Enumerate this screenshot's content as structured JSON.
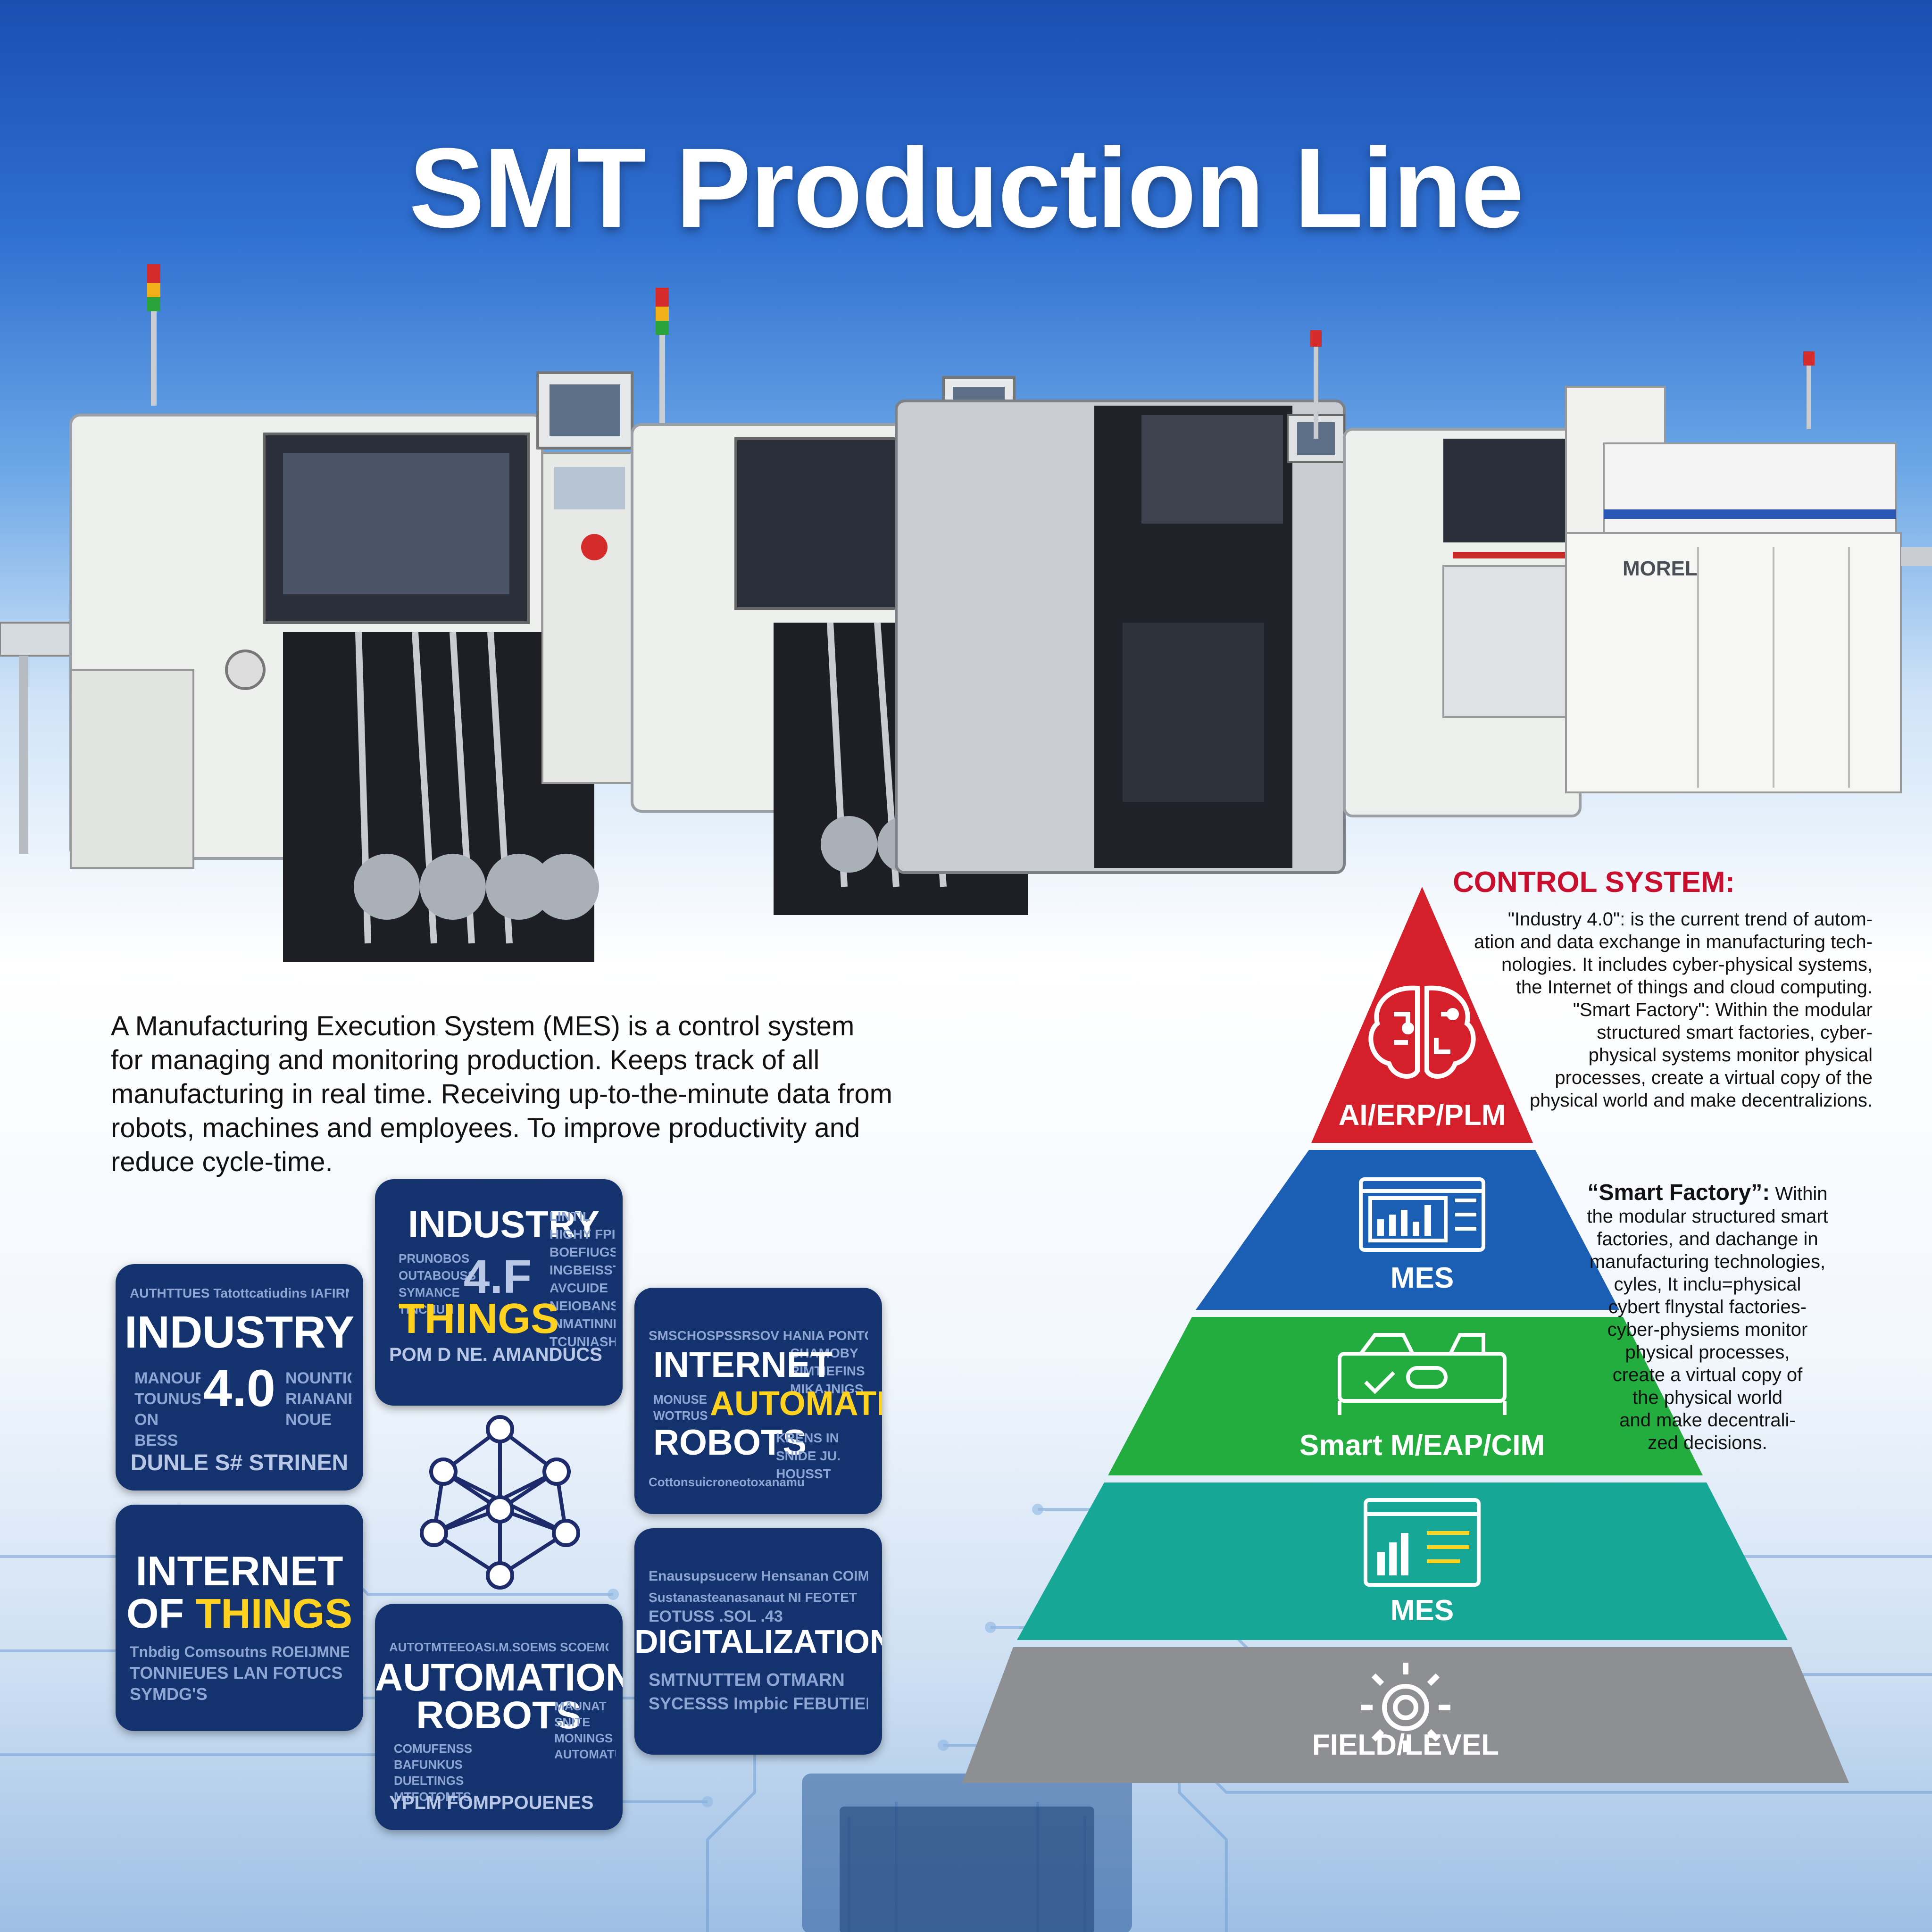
{
  "header": {
    "title": "SMT Production Line"
  },
  "machines": {
    "brand_label": "MOREL"
  },
  "description": {
    "lines": [
      "A Manufacturing Execution System (MES) is a control system",
      "for managing and monitoring production. Keeps track of all",
      "manufacturing in real time. Receiving up-to-the-minute data from",
      "robots, machines and employees. To improve productivity and",
      "reduce cycle-time."
    ]
  },
  "tiles": {
    "industry40": {
      "top_noise": "AUTHTTUES  Tatottcatiudins  IAFIRNTE",
      "line1": "INDUSTRY",
      "side_left": "MANOURNTE  TOUNUS  ON BESS",
      "big": "4.0",
      "side_right": "NOUNTIOSE  RIANANET  NOUE",
      "bottom": "DUNLE S# STRINEN"
    },
    "industry4f": {
      "line1": "INDUSTRY",
      "noise_right": "LINTIL  HIGHY FPI  BOEFIUGS  INGBEISST  AVCUIDE  NEIOBANS  INMATINNE  TCUNIASHI",
      "noise_left": "PRUNOBOS  OUTABOUSS  SYMANCE  TINCHUN",
      "big": "4.F",
      "line2": "THINGS",
      "bottom": "POM D NE. AMANDUCS"
    },
    "internet_automation": {
      "top_noise": "SMSCHOSPSSRSOV HANIA  PONTONET",
      "right_noise": "CHAMOBY  RIMTIEFINS  MIKAJNIGS",
      "line1": "INTERNET",
      "left_noise": "MONUSE  WOTRUS",
      "line2": "AUTOMATION",
      "line3": "ROBOTS",
      "bottom_noise": "KRENS IN SNIDE  JU. HOUSST",
      "footer_noise": "Cottonsuicroneotoxanamu"
    },
    "iot": {
      "line1": "INTERNET",
      "line2a": "OF ",
      "line2b": "THINGS",
      "noise1": "Tnbdig Comsoutns  ROEIJMNEM",
      "noise2": "TONNIEUES  LAN FOTUCS",
      "noise3": "SYMDG'S"
    },
    "automation_robots": {
      "top_noise": "AUTOTMTEEOASI.M.SOEMS  SCOEMO",
      "line1": "AUTOMATION",
      "line2": "ROBOTS",
      "left_noise": "COMUFENSS  BAFUNKUS  DUELTINGS  MTFOTOMTS",
      "right_noise": "MAUNAT  SNITE  MONINGS  AUTOMATUE",
      "bottom": "YPLM  FOMPPOUENES"
    },
    "digitalization": {
      "top_noise": "Enausupsucerw Hensanan  COIMMUS",
      "noise2": "Sustanasteanasanaut  NI FEOTET",
      "noise3": "EOTUSS .SOL .43",
      "line1": "DIGITALIZATION",
      "noise4": "SMTNUTTEM OTMARN",
      "noise5": "SYCESSS  Impbic  FEBUTIENS"
    }
  },
  "control_system": {
    "title": "CONTROL SYSTEM:",
    "lines": [
      "\"Industry 4.0\": is the current trend of autom-",
      "ation and data exchange in manufacturing tech-",
      "nologies. It includes cyber-physical systems,",
      "the Internet of things and cloud computing.",
      "\"Smart Factory\": Within the modular",
      "structured smart factories, cyber-",
      "physical systems monitor physical",
      "processes, create a virtual copy of the",
      "physical world and make decentralizions."
    ]
  },
  "smart_factory": {
    "heading": "“Smart Factory”:",
    "lines": [
      "Within",
      "the modular structured smart",
      "factories, and dachange in",
      "manufacturing technologies,",
      "cyles,   It inclu=physical",
      "cybert flnystal factories-",
      "cyber-physiems monitor",
      "physical   processes,",
      "create a virtual copy of",
      "the physical world",
      "and make decentrali-",
      "zed decisions."
    ]
  },
  "pyramid": {
    "levels": [
      {
        "label": "AI/ERP/PLM",
        "icon": "brain-icon",
        "color": "#d51f2a"
      },
      {
        "label": "MES",
        "icon": "dashboard-icon",
        "color": "#1b5fb4"
      },
      {
        "label": "Smart M/EAP/CIM",
        "icon": "machine-icon",
        "color": "#23ad3f"
      },
      {
        "label": "MES",
        "icon": "chart-window-icon",
        "color": "#16a796"
      },
      {
        "label": "FIELD/LEVEL",
        "icon": "gear-sun-icon",
        "color": "#8d8f93"
      }
    ]
  },
  "colors": {
    "tile_bg": "#14336e",
    "accent_yellow": "#ffd21f",
    "control_title": "#c8102e"
  }
}
